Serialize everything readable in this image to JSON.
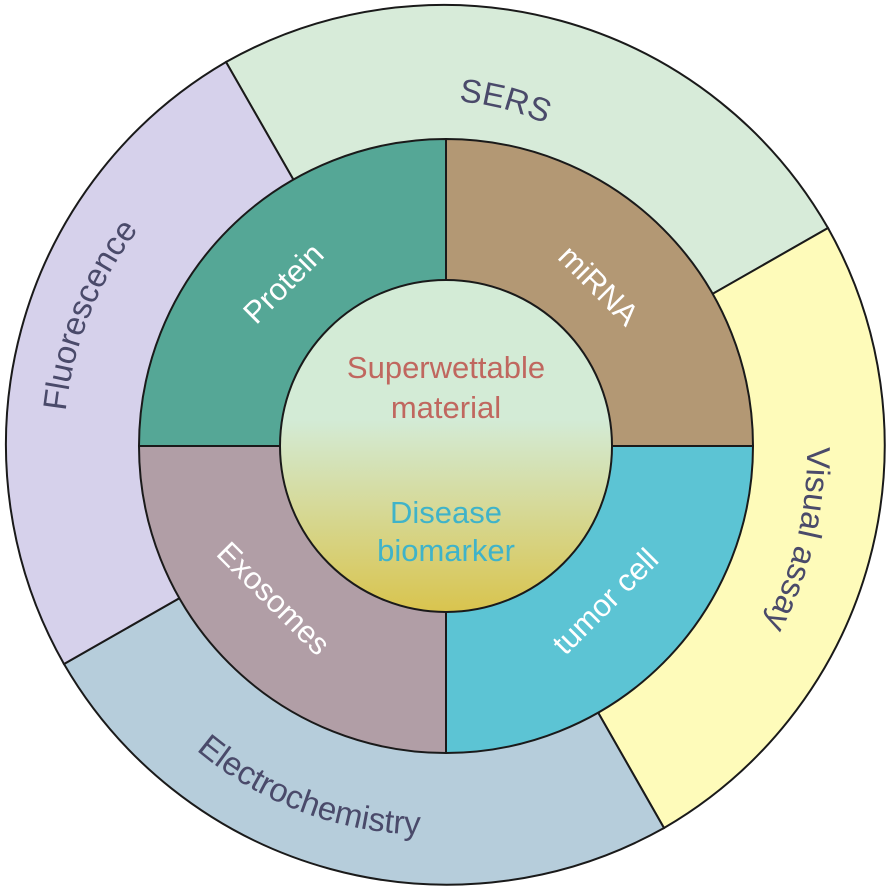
{
  "center": {
    "top_line1": "Superwettable",
    "top_line2": "material",
    "bottom_line1": "Disease",
    "bottom_line2": "biomarker",
    "gradient_top": "#d3ebd6",
    "gradient_bottom": "#d9c44e"
  },
  "inner_ring": [
    {
      "label": "Protein",
      "color": "#55a796"
    },
    {
      "label": "miRNA",
      "color": "#b39874"
    },
    {
      "label": "tumor cell",
      "color": "#5cc4d4"
    },
    {
      "label": "Exosomes",
      "color": "#b19ea6"
    }
  ],
  "outer_ring": [
    {
      "label": "SERS",
      "color": "#d7ebd9"
    },
    {
      "label": "Visual assay",
      "color": "#fefbba"
    },
    {
      "label": "Electrochemistry",
      "color": "#b6cddb"
    },
    {
      "label": "Fluorescence",
      "color": "#d6d1eb"
    }
  ]
}
